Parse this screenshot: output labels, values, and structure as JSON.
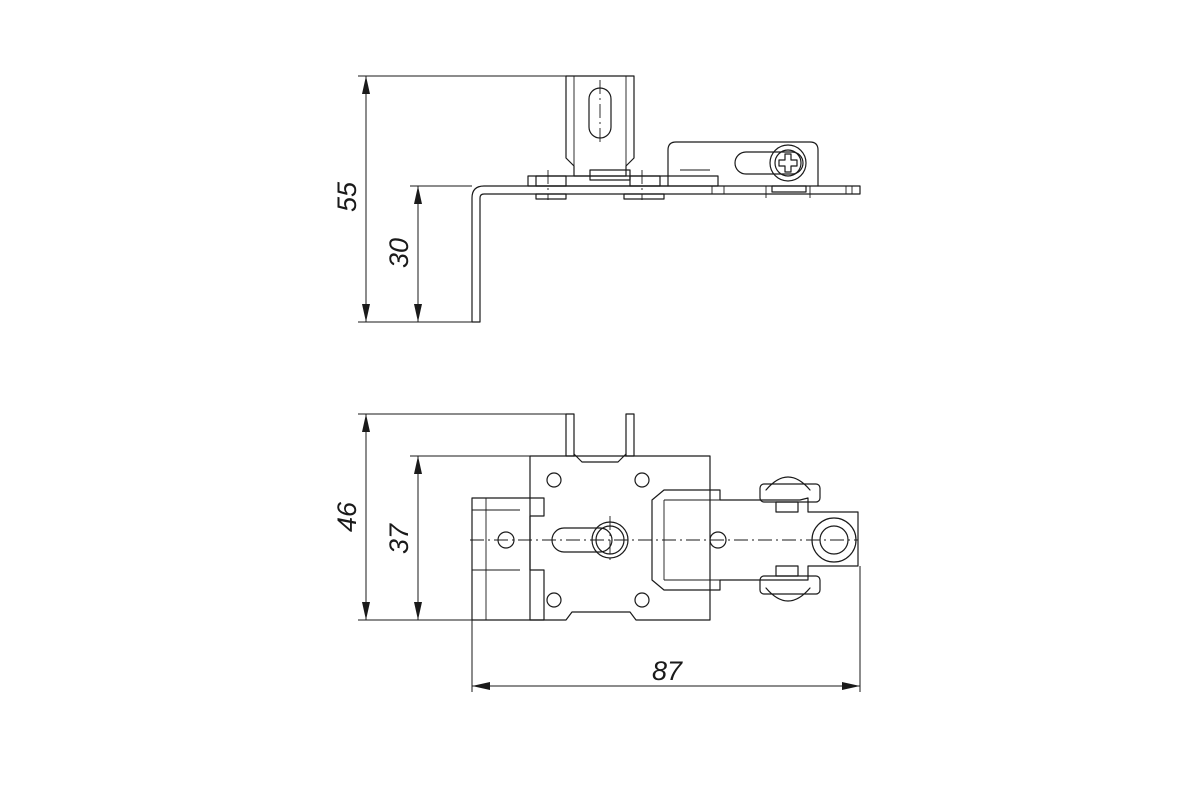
{
  "drawing": {
    "side_view": {
      "dims": {
        "overall_height": "55",
        "bracket_height": "30"
      }
    },
    "top_view": {
      "dims": {
        "overall_height": "46",
        "inner_height": "37",
        "overall_length": "87"
      }
    }
  }
}
